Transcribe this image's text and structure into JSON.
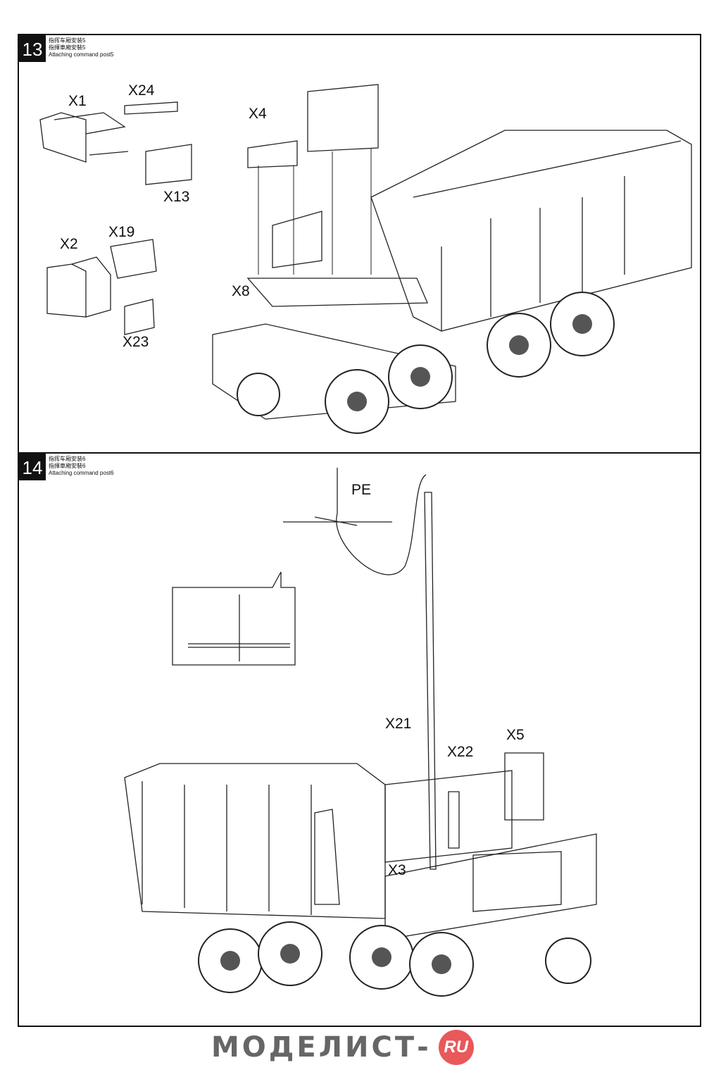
{
  "steps": [
    {
      "number": "13",
      "title_cn_simplified": "指挥车厢安装5",
      "title_cn_traditional": "指揮車廂安裝5",
      "title_en": "Attaching command post5",
      "parts": [
        "X1",
        "X24",
        "X13",
        "X4",
        "X2",
        "X19",
        "X8",
        "X23"
      ]
    },
    {
      "number": "14",
      "title_cn_simplified": "指挥车厢安装6",
      "title_cn_traditional": "指揮車廂安裝6",
      "title_en": "Attaching command post6",
      "parts": [
        "PE",
        "X21",
        "X22",
        "X5",
        "X3"
      ]
    }
  ],
  "watermark": {
    "text": "МОДЕЛИСТ-",
    "badge": "RU",
    "badge_color": "#e9585a"
  }
}
